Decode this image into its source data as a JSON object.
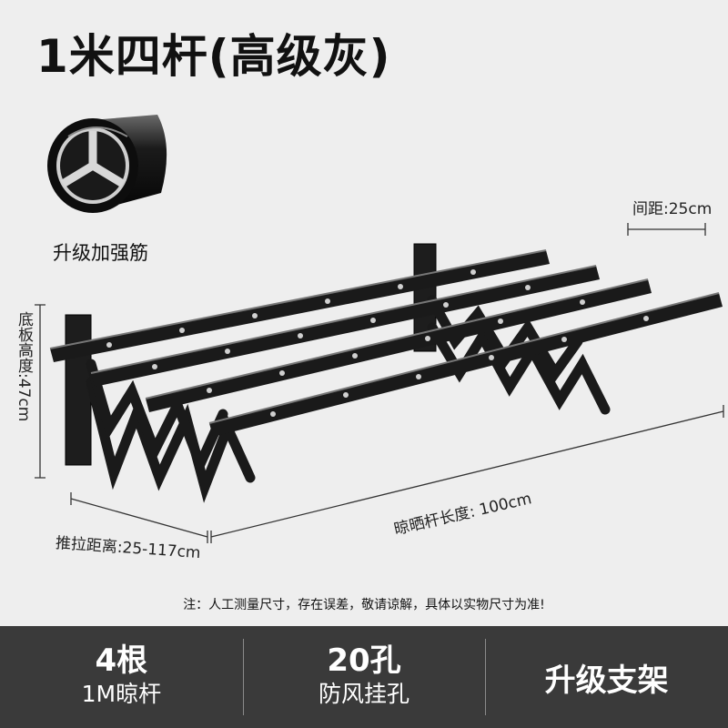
{
  "title": "1米四杆(高级灰)",
  "badge": {
    "label": "升级加强筋",
    "icon": "tube-cross-section-icon"
  },
  "dimensions": {
    "spacing": "间距:25cm",
    "base_height": "底板高度:47cm",
    "pull_distance": "推拉距离:25-117cm",
    "rod_length": "晾晒杆长度: 100cm"
  },
  "note": "注：人工测量尺寸，存在误差，敬请谅解，具体以实物尺寸为准!",
  "footer": {
    "col1": {
      "big": "4根",
      "small": "1M晾杆"
    },
    "col2": {
      "big": "20孔",
      "small": "防风挂孔"
    },
    "col3": {
      "big": "升级支架"
    }
  },
  "colors": {
    "background": "#eeeeee",
    "footer": "#3a3a3a",
    "product": "#1a1a1a"
  }
}
